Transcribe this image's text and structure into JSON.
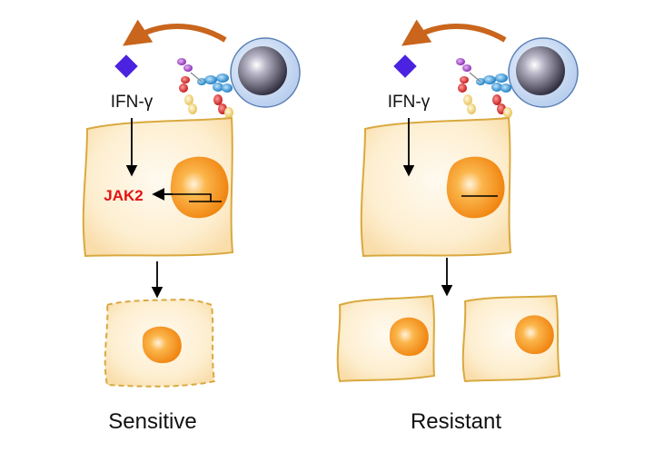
{
  "figure": {
    "left_panel": {
      "ifn_label": "IFN-γ",
      "jak2_label": "JAK2",
      "caption": "Sensitive"
    },
    "right_panel": {
      "ifn_label": "IFN-γ",
      "caption": "Resistant"
    }
  },
  "colors": {
    "cell_fill": "#fdeecf",
    "cell_stroke": "#d9a93f",
    "nucleus": "#f28c14",
    "ifn_diamond": "#4a22e0",
    "curved_arrow": "#c9651d",
    "jak2_text": "#e41313",
    "t_cell_outer": "#c9dcf3",
    "t_cell_inner": "#4a4858"
  },
  "icons": [
    "ifn-gamma-diamond",
    "t-cell",
    "t-cell-receptor",
    "mhc-molecule",
    "curved-arrow",
    "down-arrow"
  ]
}
